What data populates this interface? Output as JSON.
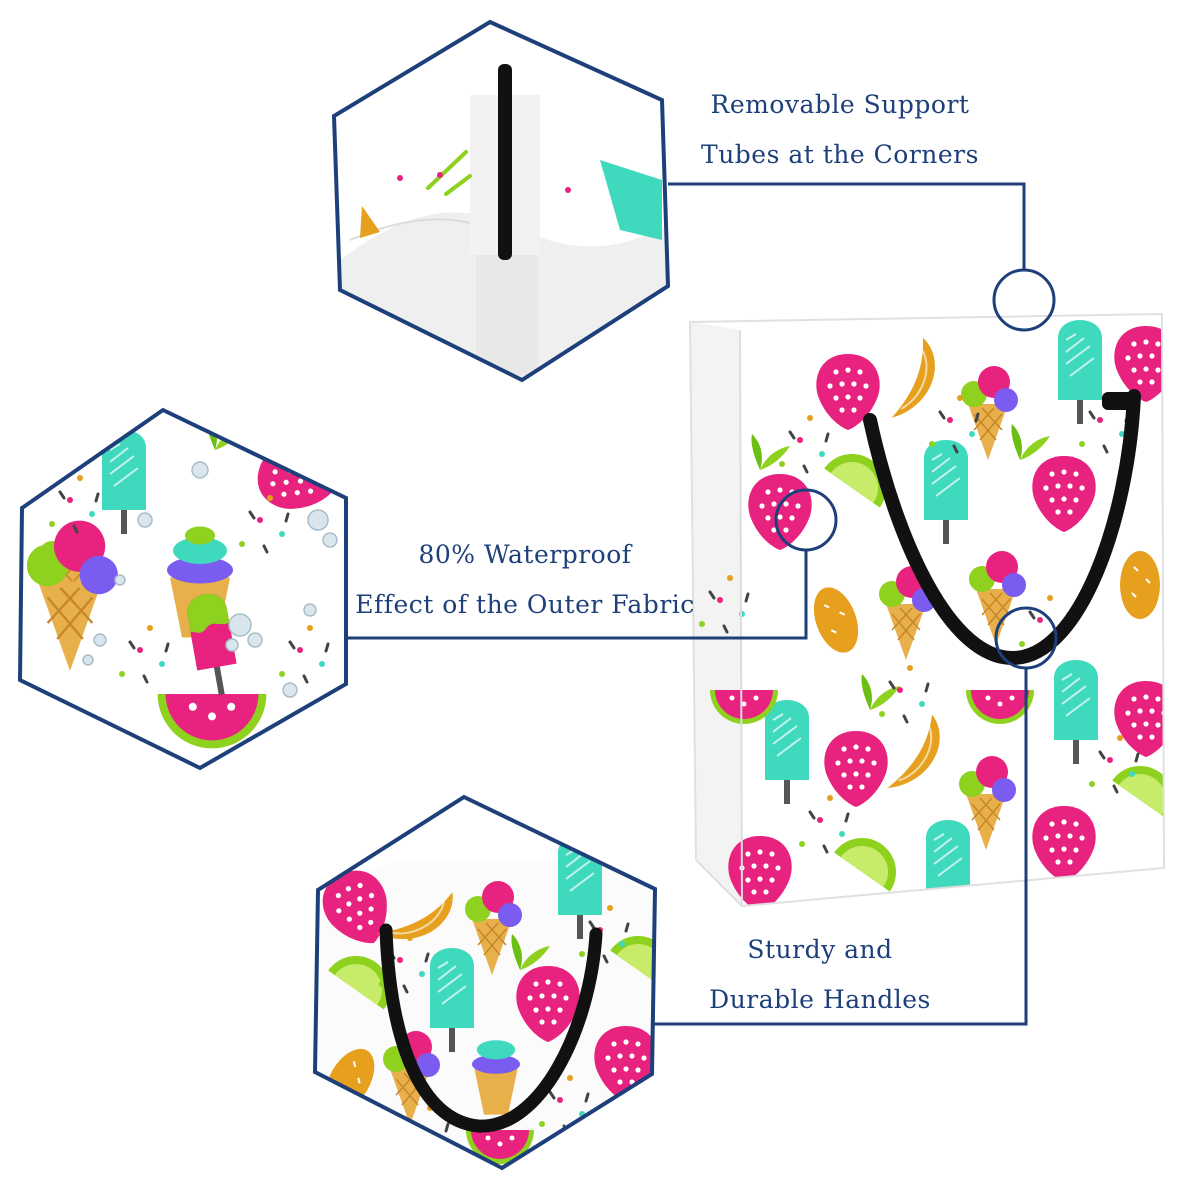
{
  "captions": {
    "support_tubes": {
      "line1": "Removable Support",
      "line2": "Tubes at the Corners"
    },
    "waterproof": {
      "line1": "80% Waterproof",
      "line2": "Effect of the Outer Fabric"
    },
    "handles": {
      "line1": "Sturdy and",
      "line2": "Durable Handles"
    }
  },
  "colors": {
    "outline": "#1d3f7a",
    "pink": "#e8237f",
    "mint": "#3fd9bd",
    "lime": "#8ed11f",
    "orange": "#e6a01e",
    "purple": "#7a5cf0",
    "handle": "#111111",
    "cone": "#e8b04a"
  },
  "icons": [
    "strawberry-icon",
    "banana-icon",
    "lime-slice-icon",
    "popsicle-icon",
    "ice-cream-cone-icon",
    "watermelon-slice-icon",
    "lemon-icon",
    "leaf-icon",
    "support-tube-icon",
    "water-droplet-icon",
    "handle-strap-icon"
  ]
}
